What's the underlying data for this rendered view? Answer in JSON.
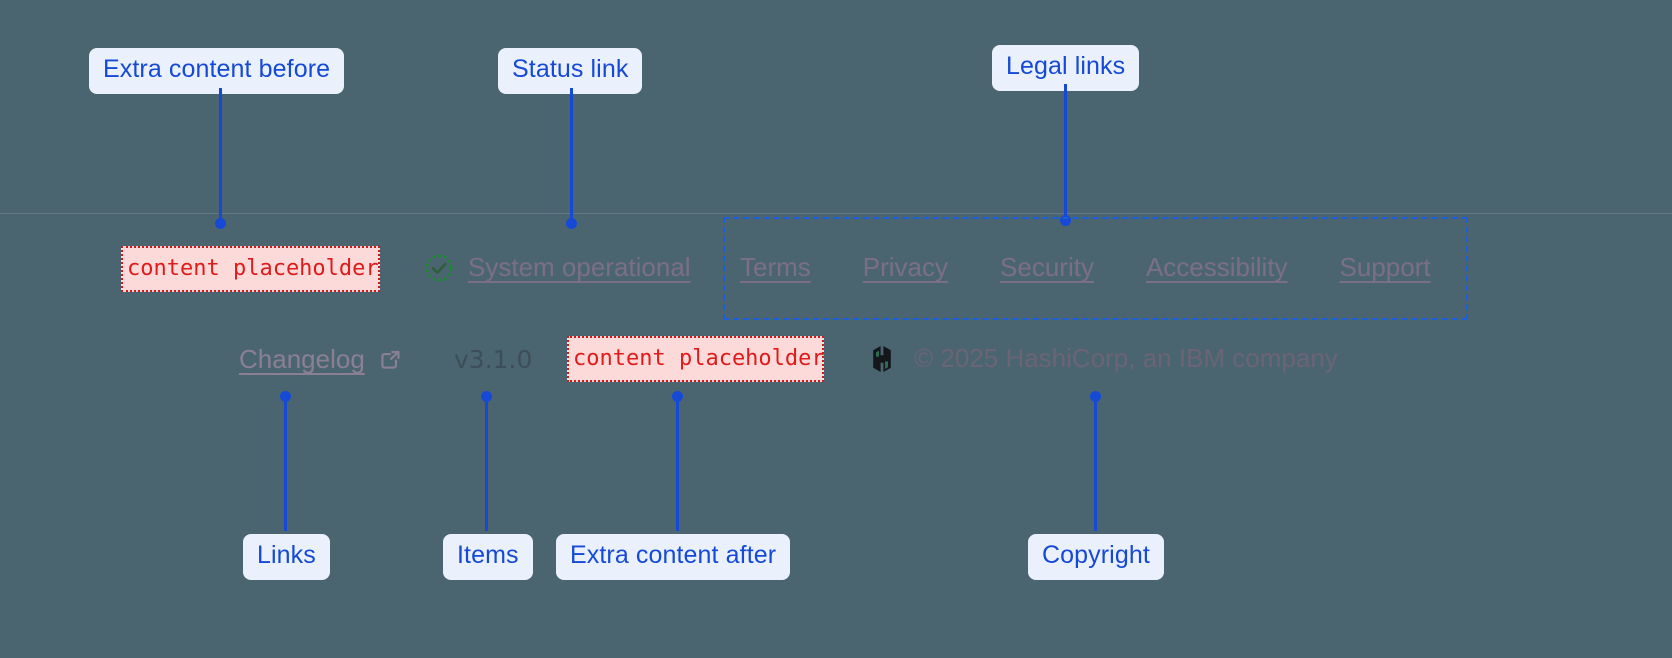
{
  "theme": {
    "background": "#4b6570",
    "annotation_accent": "#1549d6",
    "callout_bg": "#eaf1fd",
    "placeholder_text": "#e01b1b",
    "placeholder_bg": "#fcdada",
    "link_color": "#7b6f86",
    "status_ok_color": "#1a8a2e",
    "divider": "#6b7b88"
  },
  "annotations": {
    "extra_before": "Extra content before",
    "status_link": "Status link",
    "legal_links": "Legal links",
    "links": "Links",
    "items": "Items",
    "extra_after": "Extra content after",
    "copyright": "Copyright"
  },
  "footer": {
    "slot_before": {
      "placeholder_text": "content placeholder"
    },
    "status": {
      "icon": "check-circle-icon",
      "label": "System operational"
    },
    "legal": {
      "links": [
        {
          "label": "Terms"
        },
        {
          "label": "Privacy"
        },
        {
          "label": "Security"
        },
        {
          "label": "Accessibility"
        },
        {
          "label": "Support"
        }
      ]
    },
    "changelog": {
      "label": "Changelog",
      "icon": "external-link-icon"
    },
    "version": "v3.1.0",
    "slot_after": {
      "placeholder_text": "content placeholder"
    },
    "brand": {
      "logo": "hashicorp-logo",
      "copyright": "© 2025 HashiCorp, an IBM company"
    }
  }
}
